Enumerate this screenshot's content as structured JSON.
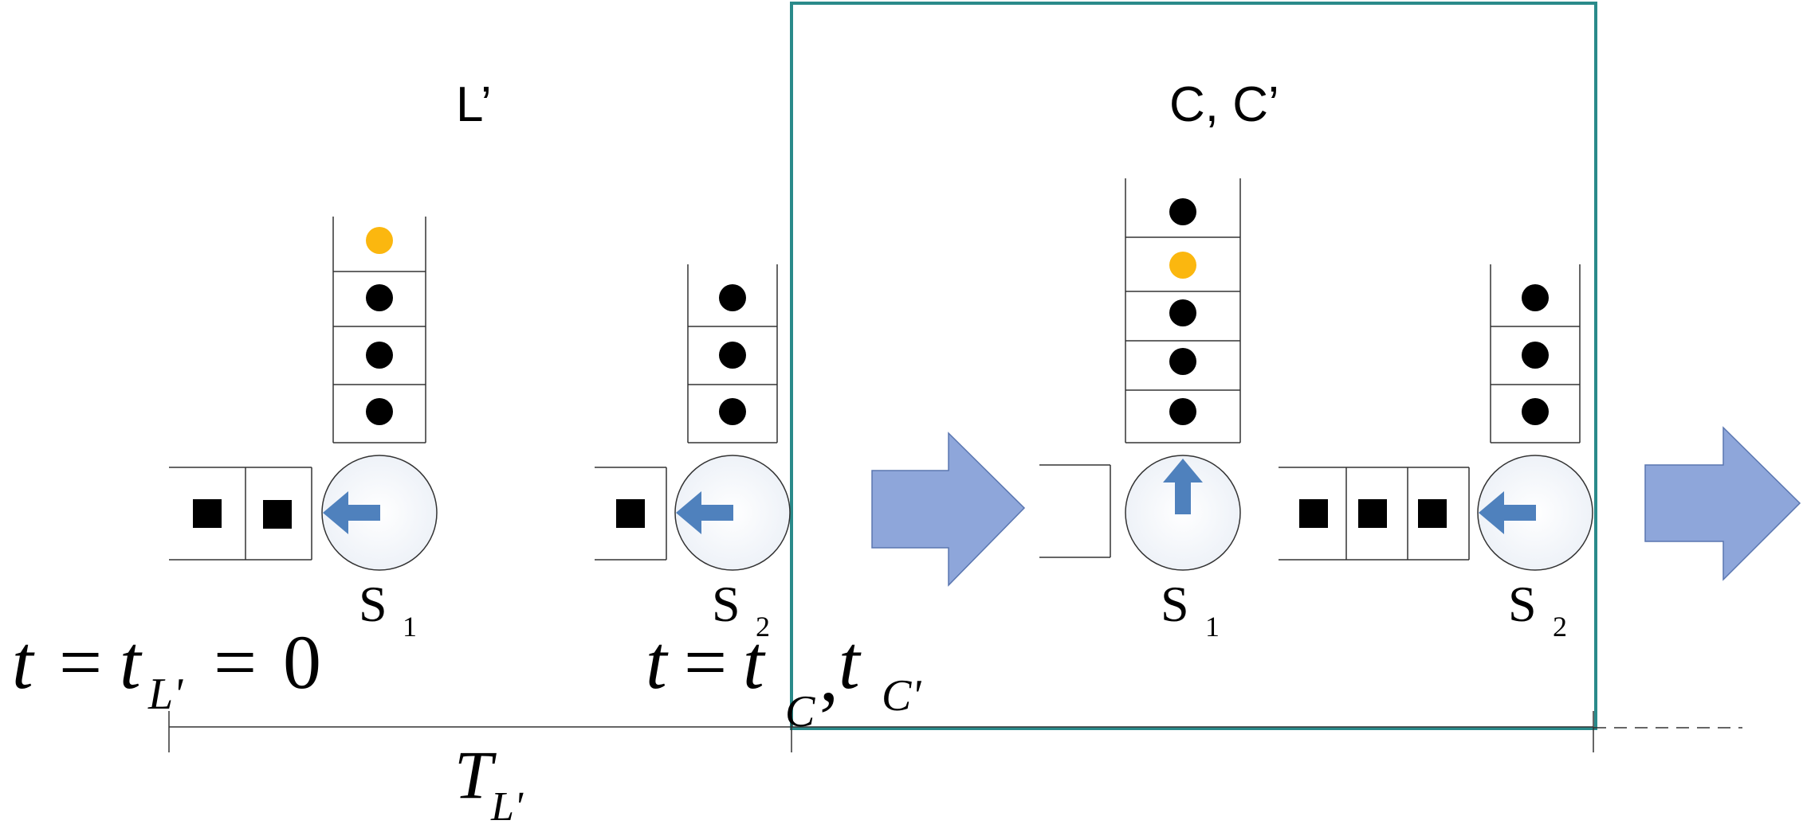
{
  "titles": {
    "left": "L’",
    "right": "C, C’"
  },
  "servers": {
    "s1_left": {
      "letter": "S",
      "index": "1"
    },
    "s2_left": {
      "letter": "S",
      "index": "2"
    },
    "s1_right": {
      "letter": "S",
      "index": "1"
    },
    "s2_right": {
      "letter": "S",
      "index": "2"
    }
  },
  "time_labels": {
    "t0_var": "t",
    "t0_eq": "=",
    "t0_sub_var": "t",
    "t0_sub": "L'",
    "t0_eq2": "=",
    "t0_zero": "0",
    "tc_var": "t",
    "tc_eq": "=",
    "tc_sub_var": "t",
    "tc_sub": "C",
    "tc_comma": ",",
    "tc_var2": "t",
    "tc_sub2": "C'",
    "period_var": "T",
    "period_sub": "L'"
  },
  "colors": {
    "box_border": "#2a8a8a",
    "arrow_fill": "#8ea6da",
    "server_arrow": "#4f81bd",
    "highlight_job": "#fbb70f",
    "job": "#000000"
  }
}
